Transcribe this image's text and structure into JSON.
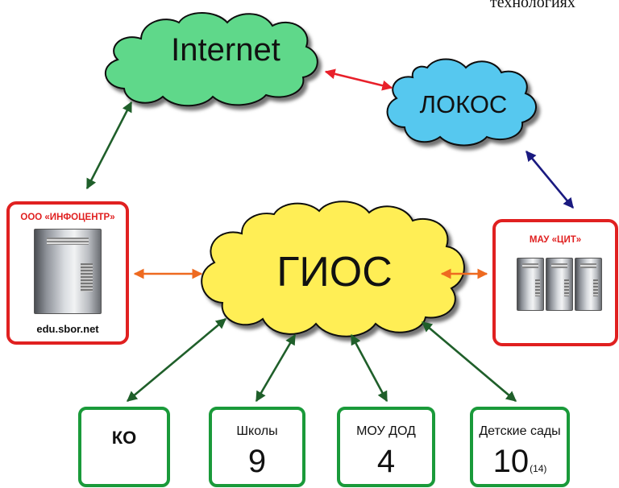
{
  "header": {
    "caption": "технологиях"
  },
  "clouds": {
    "internet": {
      "label": "Internet",
      "fill": "#5ed88a"
    },
    "lokos": {
      "label": "ЛОКОС",
      "fill": "#56c8ef"
    },
    "gios": {
      "label": "ГИОС",
      "fill": "#ffee55"
    }
  },
  "servers": {
    "infocenter": {
      "title": "ООО «ИНФОЦЕНТР»",
      "url": "edu.sbor.net"
    },
    "cit": {
      "title": "МАУ «ЦИТ»"
    }
  },
  "stats": {
    "ko": {
      "label": "КО"
    },
    "schools": {
      "label": "Школы",
      "count": "9"
    },
    "dod": {
      "label": "МОУ ДОД",
      "count": "4"
    },
    "kindergartens": {
      "label": "Детские сады",
      "count": "10",
      "sub": "(14)"
    }
  },
  "colors": {
    "box_border_red": "#e02020",
    "box_border_green": "#1a9a3a",
    "arrow_green": "#1f5f2a",
    "arrow_red": "#e8202a",
    "arrow_blue": "#1a1a80",
    "arrow_orange": "#ee6a20"
  }
}
